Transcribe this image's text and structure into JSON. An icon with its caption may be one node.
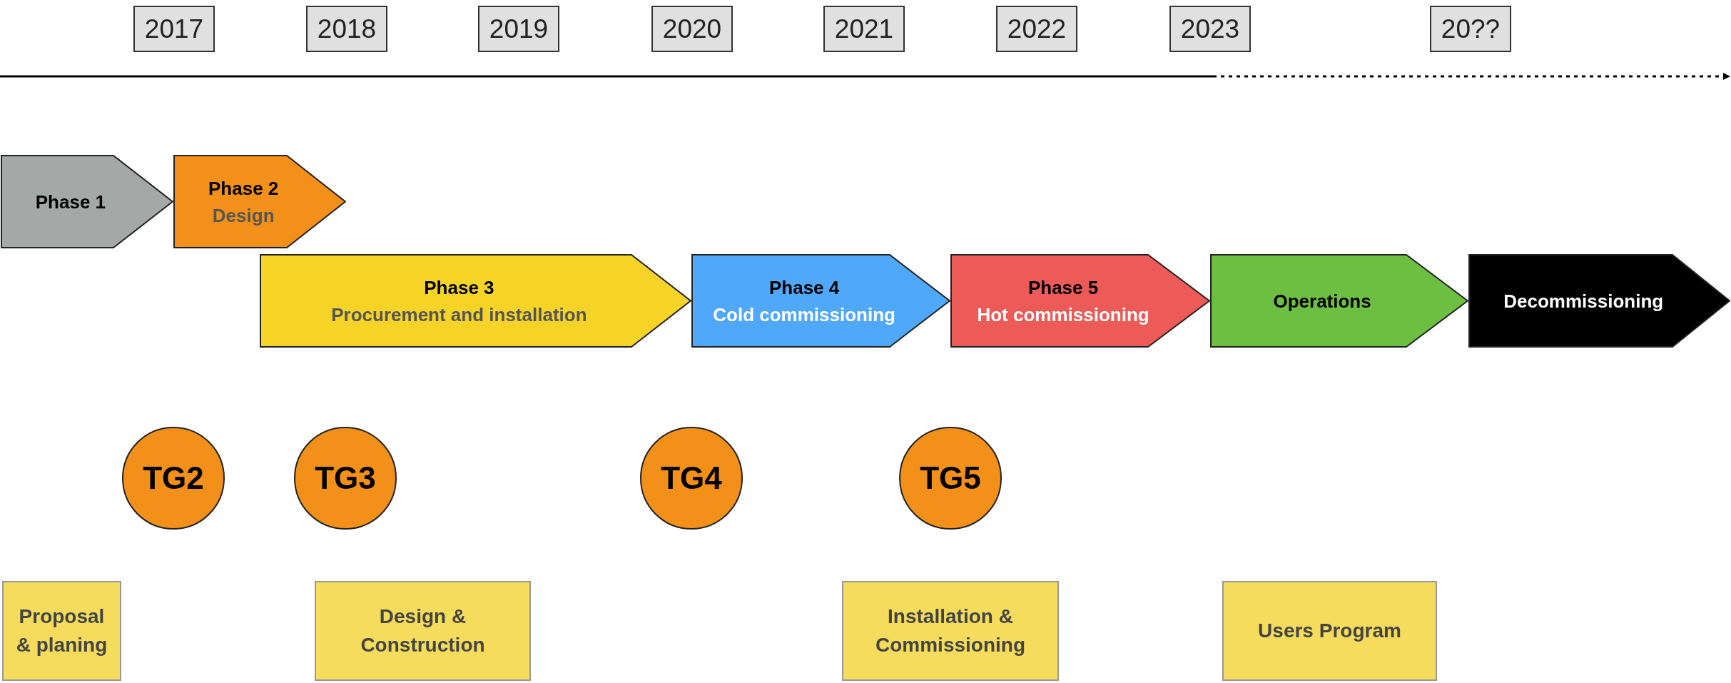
{
  "diagram": {
    "nodes": [
      {
        "text": [
          "2017"
        ]
      },
      {
        "text": [
          "2018"
        ]
      },
      {
        "text": [
          "2019"
        ]
      },
      {
        "text": [
          "2020"
        ]
      },
      {
        "text": [
          "2021"
        ]
      },
      {
        "text": [
          "2022"
        ]
      },
      {
        "text": [
          "2023"
        ]
      },
      {
        "text": [
          "20??"
        ]
      },
      {
        "text": [
          "Phase 1"
        ]
      },
      {
        "text": [
          "Phase 2",
          "Design"
        ]
      },
      {
        "text": [
          "Phase 3",
          "Procurement and installation"
        ]
      },
      {
        "text": [
          "Phase 4",
          "Cold commissioning"
        ]
      },
      {
        "text": [
          "Phase 5",
          "Hot commissioning"
        ]
      },
      {
        "text": [
          "Operations"
        ]
      },
      {
        "text": [
          "Decommissioning"
        ]
      },
      {
        "text": [
          "TG2"
        ]
      },
      {
        "text": [
          "TG3"
        ]
      },
      {
        "text": [
          "TG4"
        ]
      },
      {
        "text": [
          "TG5"
        ]
      },
      {
        "text": [
          "Proposal & planing"
        ]
      },
      {
        "text": [
          "Design & Construction"
        ]
      },
      {
        "text": [
          "Installation & Commissioning"
        ]
      },
      {
        "text": [
          "Users Program"
        ]
      }
    ]
  }
}
